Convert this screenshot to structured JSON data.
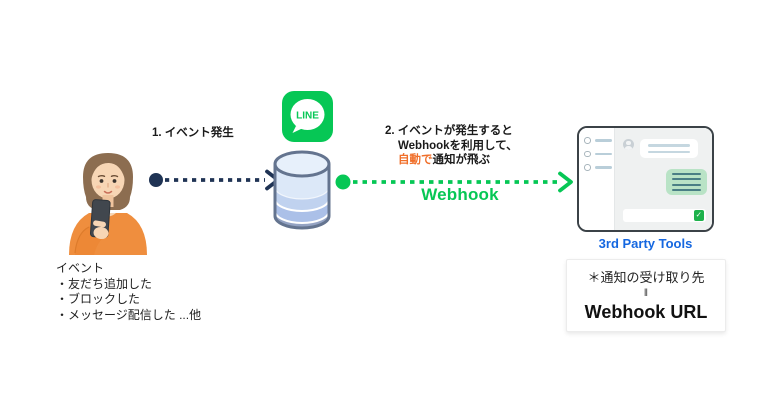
{
  "page": {
    "background": "#ffffff"
  },
  "palette": {
    "navy": "#1F3354",
    "line_green": "#06C755",
    "highlight_orange": "#F06F2A",
    "tool_blue": "#1567E0",
    "db_outline": "#64748f"
  },
  "actor": {
    "illustration": "woman-with-smartphone-illustration",
    "caption": {
      "title": "イベント",
      "items": [
        "・友だち追加した",
        "・ブロックした",
        "・メッセージ配信した ...他"
      ]
    }
  },
  "flow": {
    "step1": {
      "label": "1. イベント発生"
    },
    "step2": {
      "line1": "2. イベントが発生すると",
      "line2": "Webhookを利用して、",
      "line3_highlight": "自動で",
      "line3_rest": "通知が飛ぶ"
    },
    "webhook_label": "Webhook"
  },
  "line_platform": {
    "app_icon": "line-app-icon",
    "app_icon_text": "LINE",
    "database_icon": "database-icon"
  },
  "third_party": {
    "title": "3rd Party Tools",
    "mockup": "chat-tool-window-mockup"
  },
  "note_box": {
    "line1": "＊通知の受け取り先",
    "equals_mark": "‖",
    "line2": "Webhook URL"
  }
}
